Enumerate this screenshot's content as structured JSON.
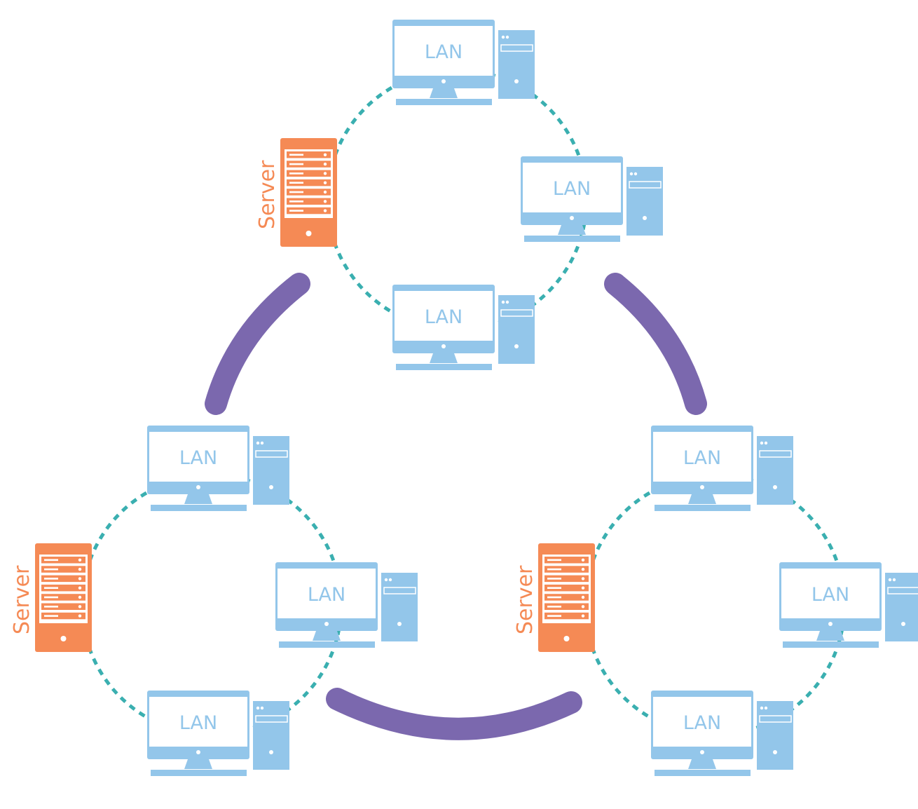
{
  "colors": {
    "monitor": "#93c6ea",
    "tower": "#93c6ea",
    "server": "#f58a55",
    "ring": "#3aafb0",
    "link": "#7b68ae",
    "background": "#ffffff"
  },
  "icons": {
    "workstation": "desktop-computer-icon",
    "server": "server-rack-icon"
  },
  "clusters": [
    {
      "name": "top",
      "server_label": "Server",
      "workstations": [
        {
          "label": "LAN"
        },
        {
          "label": "LAN"
        },
        {
          "label": "LAN"
        }
      ]
    },
    {
      "name": "bottom-left",
      "server_label": "Server",
      "workstations": [
        {
          "label": "LAN"
        },
        {
          "label": "LAN"
        },
        {
          "label": "LAN"
        }
      ]
    },
    {
      "name": "bottom-right",
      "server_label": "Server",
      "workstations": [
        {
          "label": "LAN"
        },
        {
          "label": "LAN"
        },
        {
          "label": "LAN"
        }
      ]
    }
  ],
  "links": [
    {
      "from": "top",
      "to": "bottom-left"
    },
    {
      "from": "top",
      "to": "bottom-right"
    },
    {
      "from": "bottom-left",
      "to": "bottom-right"
    }
  ]
}
